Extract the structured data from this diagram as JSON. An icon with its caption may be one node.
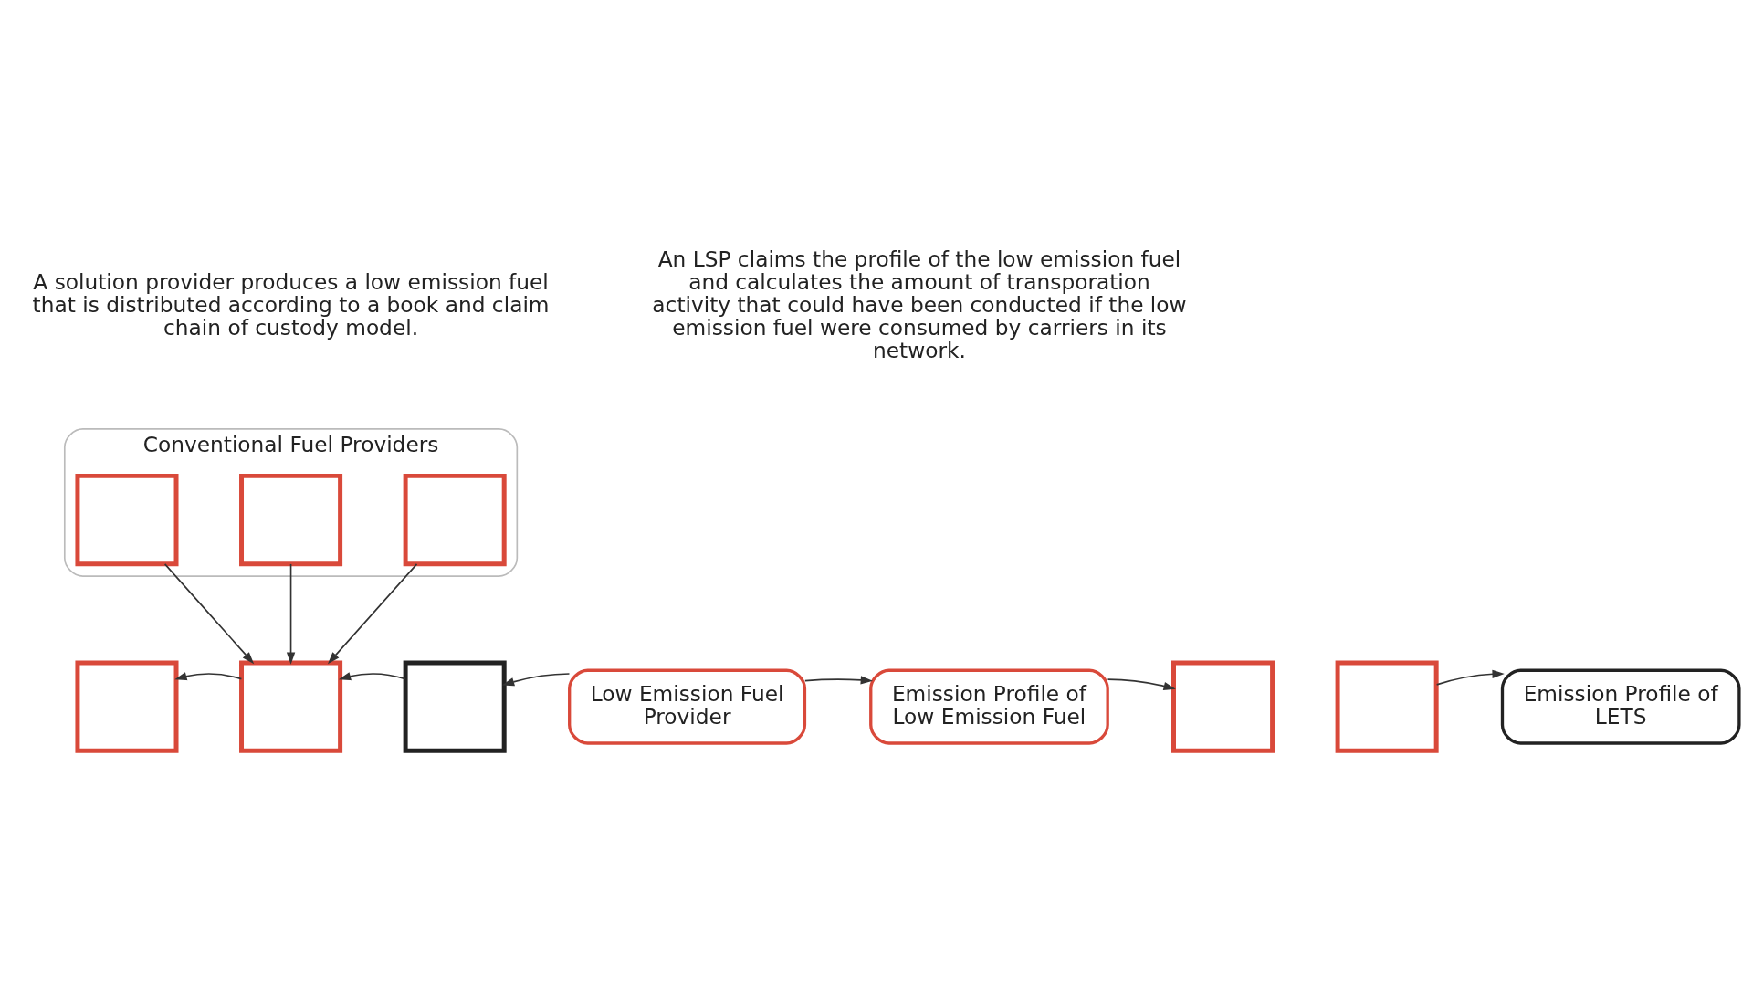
{
  "diagram": {
    "nodes": [
      {
        "text": [
          "Conventional Fuel Providers"
        ]
      },
      {
        "text": [],
        "shape": "box",
        "in": 0
      },
      {
        "text": [],
        "shape": "box",
        "in": 0
      },
      {
        "text": [],
        "shape": "box",
        "in": 0
      },
      {
        "text": [],
        "shape": "box"
      },
      {
        "text": [],
        "shape": "box"
      },
      {
        "text": [],
        "shape": "box"
      },
      {
        "text": [
          "Low Emission Fuel Provider"
        ]
      },
      {
        "text": [
          "Emission Profile of Low Emission Fuel"
        ]
      },
      {
        "text": [],
        "shape": "box"
      },
      {
        "text": [],
        "shape": "box"
      },
      {
        "text": [
          "Emission Profile of LETS"
        ]
      }
    ],
    "edges": [
      {
        "from": 1,
        "to": 5,
        "arrow": "to"
      },
      {
        "from": 2,
        "to": 5,
        "arrow": "to"
      },
      {
        "from": 3,
        "to": 5,
        "arrow": "to"
      },
      {
        "from": 5,
        "to": 4,
        "arrow": "to"
      },
      {
        "from": 6,
        "to": 5,
        "arrow": "to"
      },
      {
        "from": 7,
        "to": 6,
        "arrow": "to"
      },
      {
        "from": 7,
        "to": 8,
        "arrow": "to"
      },
      {
        "from": 8,
        "to": 9,
        "arrow": "to"
      },
      {
        "from": 10,
        "to": 11,
        "arrow": "to"
      }
    ],
    "labels": [
      "A solution provider produces a low emission fuel that is distributed according to a book and claim chain of custody model.",
      "An LSP claims the profile of the low emission fuel and calculates the amount of transporation activity that could have been conducted if the low emission fuel were consumed by carriers in its network."
    ]
  }
}
